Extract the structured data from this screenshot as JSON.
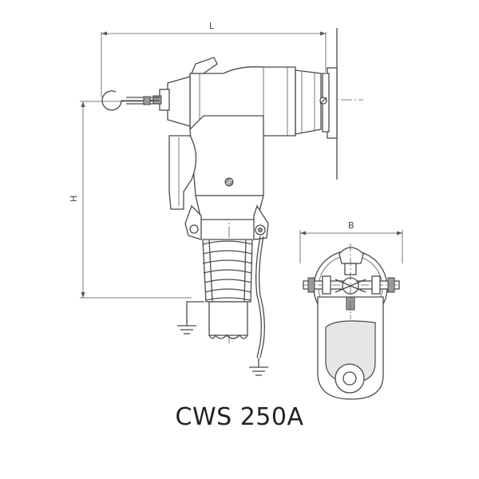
{
  "caption": "CWS 250A",
  "dimensions": {
    "length_label": "L",
    "height_label": "H",
    "width_label": "B"
  }
}
